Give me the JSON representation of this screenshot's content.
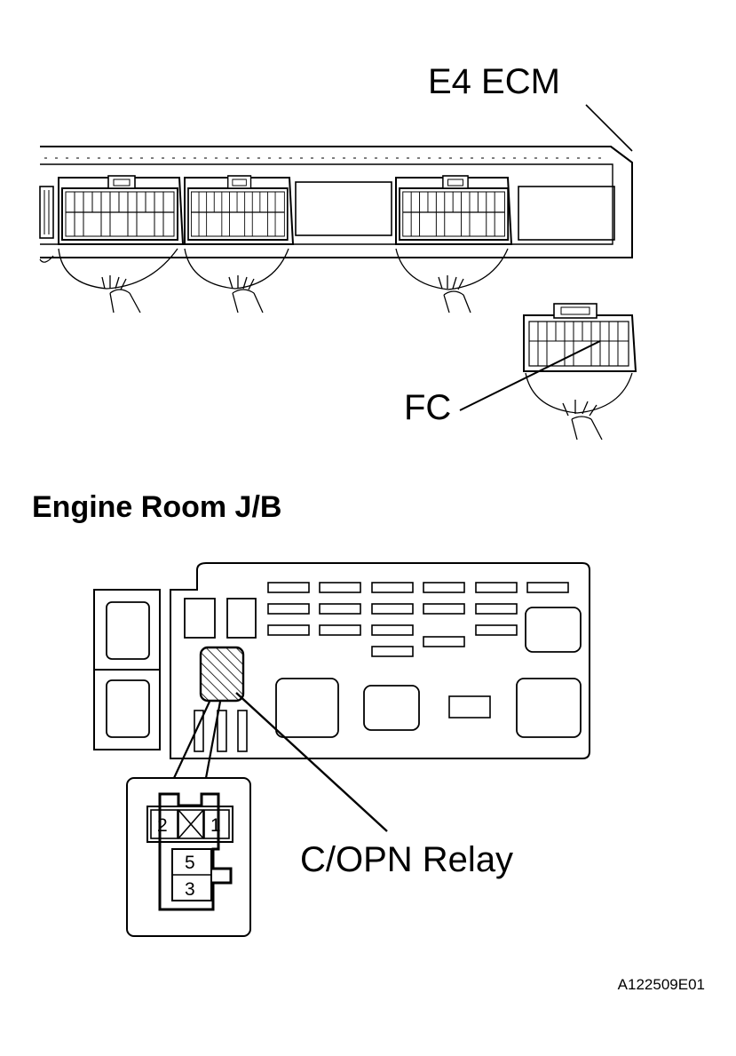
{
  "ecm": {
    "label": "E4 ECM"
  },
  "fc_connector": {
    "label": "FC"
  },
  "junction_block": {
    "title": "Engine Room J/B"
  },
  "relay": {
    "label": "C/OPN Relay",
    "pins": [
      "2",
      "1",
      "5",
      "3"
    ]
  },
  "figure_code": "A122509E01",
  "colors": {
    "line": "#000000",
    "background": "#ffffff"
  }
}
